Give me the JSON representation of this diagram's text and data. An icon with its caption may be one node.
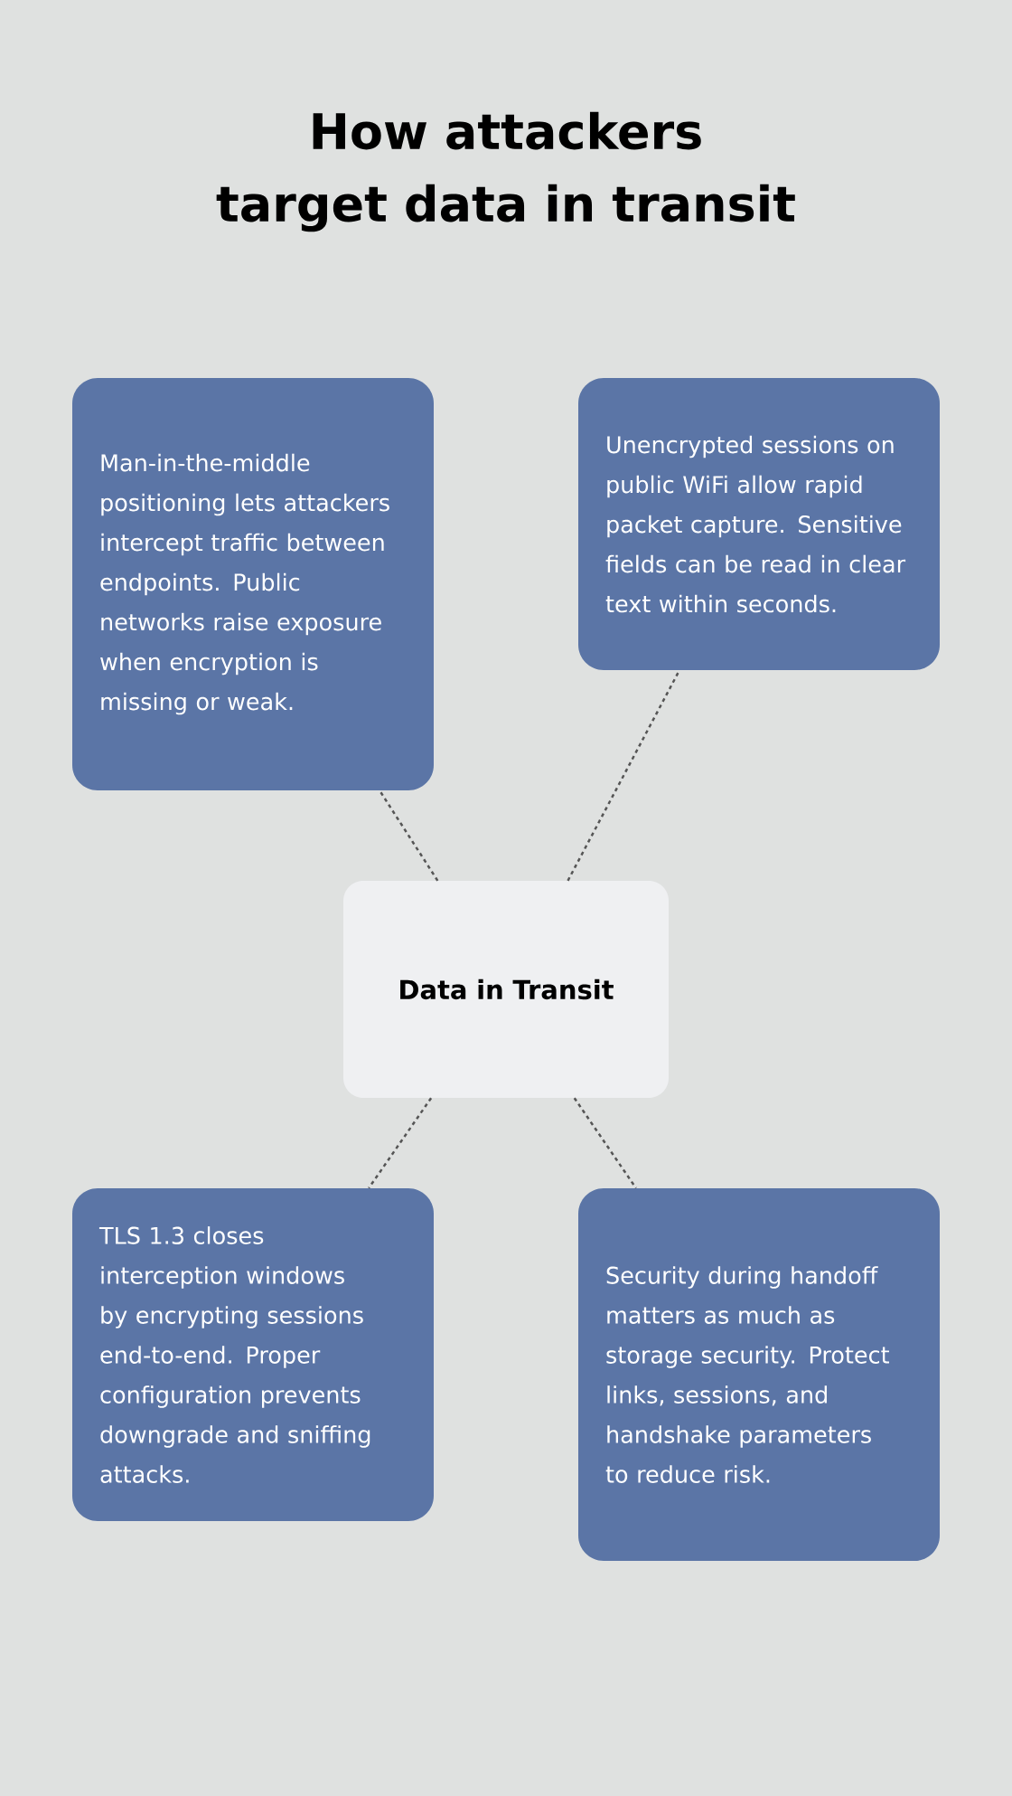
{
  "diagram": {
    "title": "How attackers target data in transit",
    "nodes": [
      {
        "text": [
          "Man-in-the-middle positioning lets attackers intercept traffic between endpoints. Public networks raise exposure when encryption is missing or weak."
        ]
      },
      {
        "text": [
          "Unencrypted sessions on public WiFi allow rapid packet capture. Sensitive fields can be read in clear text within seconds."
        ]
      },
      {
        "text": [
          "Data in Transit"
        ]
      },
      {
        "text": [
          "TLS 1.3 closes interception windows by encrypting sessions end-to-end. Proper configuration prevents downgrade and sniffing attacks."
        ]
      },
      {
        "text": [
          "Security during handoff matters as much as storage security. Protect links, sessions, and handshake parameters to reduce risk."
        ]
      }
    ],
    "edges": [
      {
        "from": 2,
        "to": 0,
        "arrow": "none"
      },
      {
        "from": 2,
        "to": 1,
        "arrow": "none"
      },
      {
        "from": 2,
        "to": 3,
        "arrow": "none"
      },
      {
        "from": 2,
        "to": 4,
        "arrow": "none"
      }
    ]
  }
}
